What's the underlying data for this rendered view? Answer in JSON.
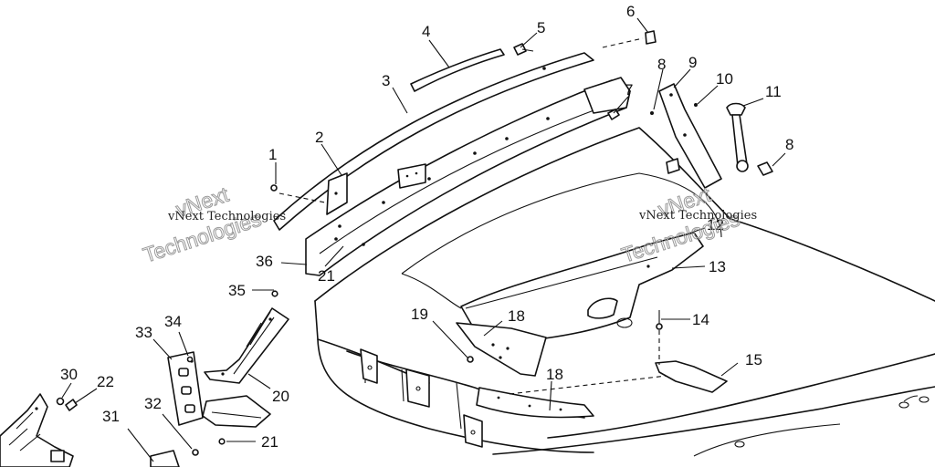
{
  "callouts": [
    {
      "id": "c1",
      "text": "1"
    },
    {
      "id": "c2",
      "text": "2"
    },
    {
      "id": "c3",
      "text": "3"
    },
    {
      "id": "c4",
      "text": "4"
    },
    {
      "id": "c5",
      "text": "5"
    },
    {
      "id": "c6",
      "text": "6"
    },
    {
      "id": "c7",
      "text": "7"
    },
    {
      "id": "c8a",
      "text": "8"
    },
    {
      "id": "c8b",
      "text": "8"
    },
    {
      "id": "c9",
      "text": "9"
    },
    {
      "id": "c10",
      "text": "10"
    },
    {
      "id": "c11",
      "text": "11"
    },
    {
      "id": "c12",
      "text": "12"
    },
    {
      "id": "c13",
      "text": "13"
    },
    {
      "id": "c14",
      "text": "14"
    },
    {
      "id": "c15",
      "text": "15"
    },
    {
      "id": "c18a",
      "text": "18"
    },
    {
      "id": "c18b",
      "text": "18"
    },
    {
      "id": "c19",
      "text": "19"
    },
    {
      "id": "c20",
      "text": "20"
    },
    {
      "id": "c21a",
      "text": "21"
    },
    {
      "id": "c21b",
      "text": "21"
    },
    {
      "id": "c22",
      "text": "22"
    },
    {
      "id": "c30",
      "text": "30"
    },
    {
      "id": "c31",
      "text": "31"
    },
    {
      "id": "c32",
      "text": "32"
    },
    {
      "id": "c33",
      "text": "33"
    },
    {
      "id": "c34",
      "text": "34"
    },
    {
      "id": "c35",
      "text": "35"
    },
    {
      "id": "c36",
      "text": "36"
    }
  ],
  "watermark": {
    "line1": "vNext Technologies",
    "outline1": "vNext",
    "outline2": "Technologies"
  }
}
